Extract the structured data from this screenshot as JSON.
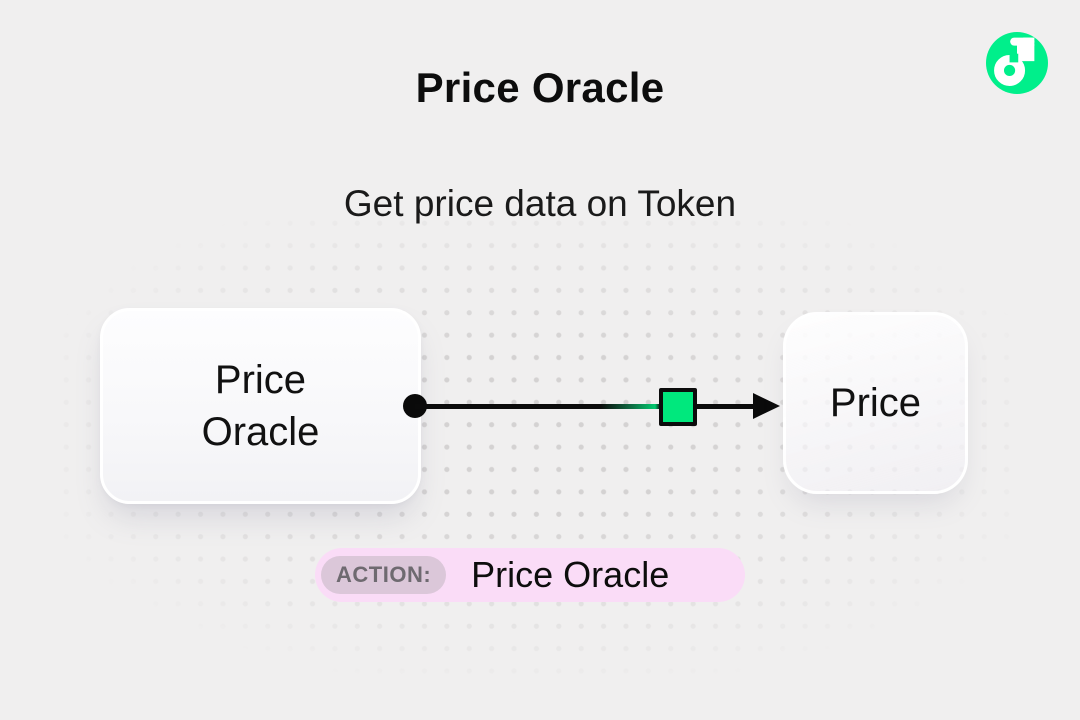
{
  "header": {
    "title": "Price Oracle",
    "subtitle": "Get price data on Token"
  },
  "logo": {
    "name": "flow-logo",
    "brand_color": "#00EF8B"
  },
  "diagram": {
    "source_node": {
      "label": "Price Oracle"
    },
    "target_node": {
      "label": "Price"
    },
    "connector": {
      "marker_color": "#00E87D",
      "line_color": "#0b0b0b"
    }
  },
  "action_badge": {
    "label": "ACTION:",
    "value": "Price Oracle",
    "badge_bg": "#FADCF7",
    "label_bg": "#DBC7D9"
  }
}
